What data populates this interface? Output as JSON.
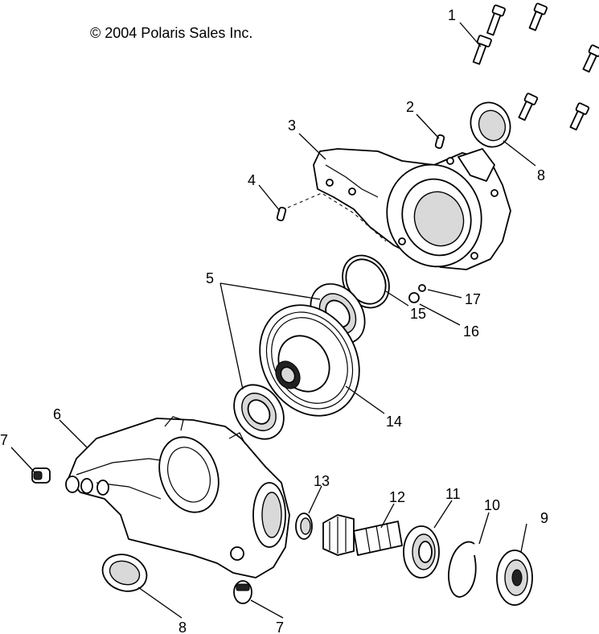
{
  "copyright": "© 2004 Polaris Sales Inc.",
  "callouts": [
    "1",
    "2",
    "3",
    "4",
    "5",
    "6",
    "7",
    "7",
    "8",
    "8",
    "9",
    "10",
    "11",
    "12",
    "13",
    "14",
    "15",
    "16",
    "17"
  ]
}
